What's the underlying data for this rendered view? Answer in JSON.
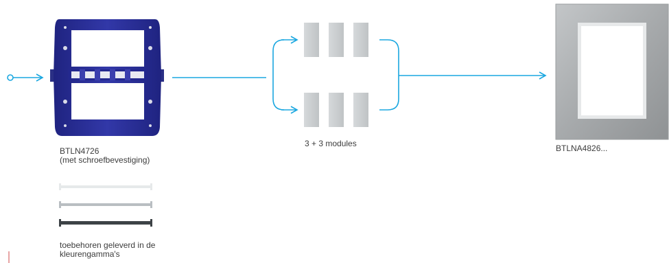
{
  "support_frame": {
    "code": "BTLN4726",
    "note": "(met schroefbevestiging)"
  },
  "modules": {
    "caption": "3 + 3 modules",
    "rows": 2,
    "per_row": 3
  },
  "cover_plate": {
    "code": "BTLNA4826..."
  },
  "accessories": {
    "caption_line1": "toebehoren geleverd in de",
    "caption_line2": "kleurengamma's",
    "bar_colors": [
      "#e6e9ea",
      "#b9bec2",
      "#3d4246"
    ]
  },
  "colors": {
    "arrow": "#1aa7e0",
    "frame_blue": "#2a2f9a",
    "plate_grey": "#a9acae",
    "module_grey": "#c9ccce"
  }
}
